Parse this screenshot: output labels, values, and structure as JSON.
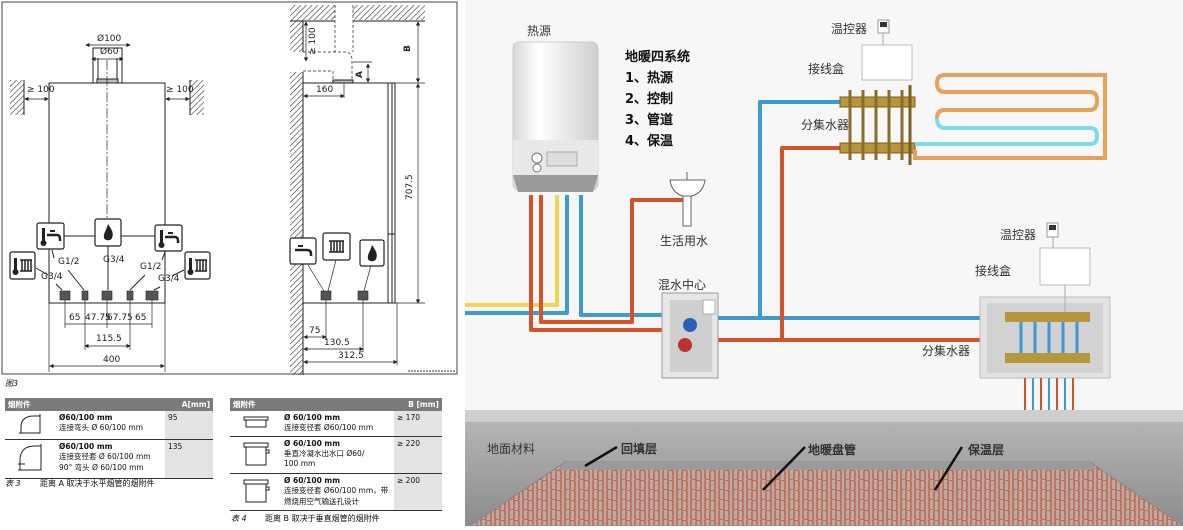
{
  "drawing": {
    "front_view": {
      "dia_outer": "Ø100",
      "dia_inner": "Ø60",
      "clear_left": "≥ 100",
      "clear_right": "≥ 100",
      "conn_labels": [
        "G1/2",
        "G3/4",
        "G1/2",
        "G3/4",
        "G3/4"
      ],
      "spacing_dims": [
        "65",
        "47.75",
        "67.75",
        "65"
      ],
      "dim_middle": "115.5",
      "dim_width": "400"
    },
    "side_view": {
      "dim_b": "B",
      "clear_top": "≥ 100",
      "dim_a": "A",
      "dim_160": "160",
      "dim_height": "707.5",
      "dim_75": "75",
      "dim_130": "130.5",
      "dim_312": "312.5"
    },
    "caption": "图3"
  },
  "table3": {
    "header_item": "烟附件",
    "header_value": "A[mm]",
    "rows": [
      {
        "spec": "Ø60/100 mm",
        "desc": "连接弯头 Ø 60/100 mm",
        "desc2": "",
        "value": "95"
      },
      {
        "spec": "Ø60/100 mm",
        "desc": "连接变径套 Ø 60/100 mm",
        "desc2": "90° 弯头 Ø 60/100 mm",
        "value": "135"
      }
    ],
    "caption_num": "表 3",
    "caption": "距离 A 取决于水平烟管的烟附件"
  },
  "table4": {
    "header_item": "烟附件",
    "header_value": "B [mm]",
    "rows": [
      {
        "spec": "Ø 60/100 mm",
        "desc": "连接变径套 Ø60/100 mm",
        "desc2": "",
        "value": "≥ 170"
      },
      {
        "spec": "Ø 60/100 mm",
        "desc": "垂直冷凝水出水口 Ø60/",
        "desc2": "100 mm",
        "value": "≥ 220"
      },
      {
        "spec": "Ø 60/100 mm",
        "desc": "连接变径套 Ø60/100 mm，带",
        "desc2": "燃烧用空气输送孔设计",
        "value": "≥ 200"
      }
    ],
    "caption_num": "表 4",
    "caption": "距离 B 取决于垂直烟管的烟附件"
  },
  "heating": {
    "heat_source": "热源",
    "system_title": "地暖四系统",
    "system_items": [
      "1、热源",
      "2、控制",
      "3、管道",
      "4、保温"
    ],
    "thermostat_1": "温控器",
    "junction_box_1": "接线盒",
    "manifold_1": "分集水器",
    "domestic_water": "生活用水",
    "mixing_center": "混水中心",
    "thermostat_2": "温控器",
    "junction_box_2": "接线盒",
    "manifold_2": "分集水器",
    "floor_material": "地面材料",
    "backfill_layer": "回填层",
    "heating_coil": "地暖盘管",
    "insulation_layer": "保温层",
    "colors": {
      "hot": "#d4532b",
      "cold": "#3a9bd5",
      "yellow": "#f2d451",
      "coil_hot": "#e8a05a",
      "coil_cold": "#7fdbe6"
    }
  }
}
